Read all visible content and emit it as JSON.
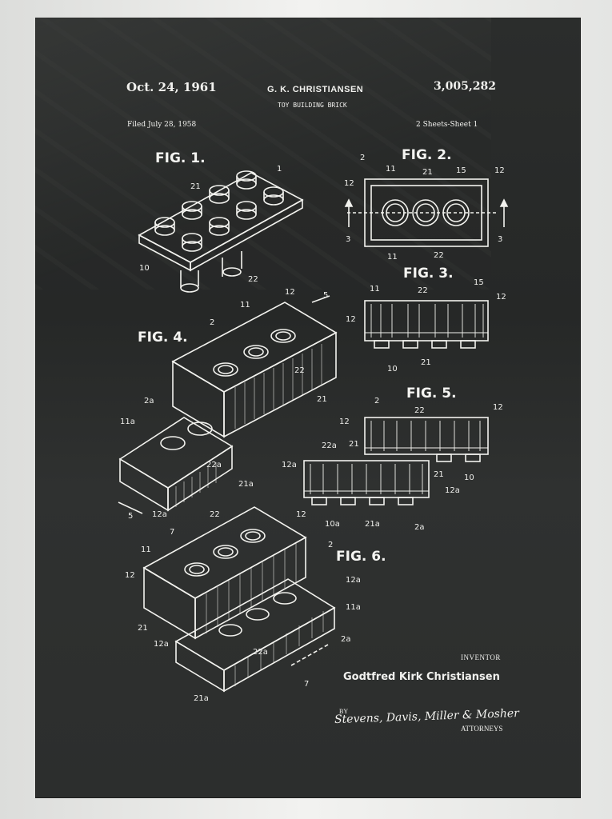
{
  "patent": {
    "date": "Oct. 24, 1961",
    "inventor_header": "G. K. CHRISTIANSEN",
    "number": "3,005,282",
    "title": "TOY BUILDING BRICK",
    "filed": "Filed July 28, 1958",
    "sheets": "2 Sheets-Sheet 1"
  },
  "figures": [
    "FIG. 1.",
    "FIG. 2.",
    "FIG. 3.",
    "FIG. 4.",
    "FIG. 5.",
    "FIG. 6."
  ],
  "signature": {
    "inventor_label": "INVENTOR",
    "inventor_name": "Godtfred Kirk Christiansen",
    "by": "BY",
    "attorneys_signature": "Stevens, Davis, Miller & Mosher",
    "attorneys_label": "ATTORNEYS"
  },
  "colors": {
    "paper": "#2b2d2c",
    "ink": "#f2f2ee",
    "frame": "#e9eae8"
  }
}
